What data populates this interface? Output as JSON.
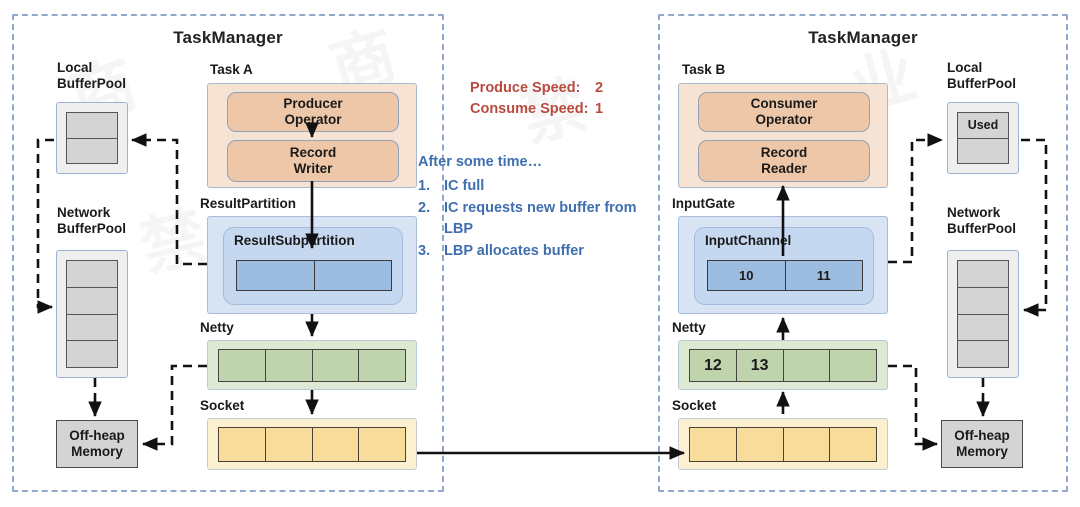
{
  "left_taskmanager": {
    "title": "TaskManager",
    "local_buffer_pool": {
      "label_line1": "Local",
      "label_line2": "BufferPool",
      "cells": [
        "",
        ""
      ]
    },
    "network_buffer_pool": {
      "label_line1": "Network",
      "label_line2": "BufferPool",
      "cells": [
        "",
        "",
        "",
        ""
      ]
    },
    "off_heap_memory": {
      "line1": "Off-heap",
      "line2": "Memory"
    },
    "task": {
      "label": "Task A",
      "operator": {
        "line1": "Producer",
        "line2": "Operator"
      },
      "record": {
        "line1": "Record",
        "line2": "Writer"
      }
    },
    "result_partition": {
      "label": "ResultPartition",
      "subpartition_label": "ResultSubpartition",
      "cells": [
        "",
        ""
      ]
    },
    "netty": {
      "label": "Netty",
      "cells": [
        "",
        "",
        "",
        ""
      ]
    },
    "socket": {
      "label": "Socket",
      "cells": [
        "",
        "",
        "",
        ""
      ]
    }
  },
  "right_taskmanager": {
    "title": "TaskManager",
    "local_buffer_pool": {
      "label_line1": "Local",
      "label_line2": "BufferPool",
      "cells": [
        "Used",
        ""
      ]
    },
    "network_buffer_pool": {
      "label_line1": "Network",
      "label_line2": "BufferPool",
      "cells": [
        "",
        "",
        "",
        ""
      ]
    },
    "off_heap_memory": {
      "line1": "Off-heap",
      "line2": "Memory"
    },
    "task": {
      "label": "Task B",
      "operator": {
        "line1": "Consumer",
        "line2": "Operator"
      },
      "record": {
        "line1": "Record",
        "line2": "Reader"
      }
    },
    "input_gate": {
      "label": "InputGate",
      "channel_label": "InputChannel",
      "cells": [
        "10",
        "11"
      ]
    },
    "netty": {
      "label": "Netty",
      "cells": [
        "12",
        "13",
        "",
        ""
      ]
    },
    "socket": {
      "label": "Socket",
      "cells": [
        "",
        "",
        "",
        ""
      ]
    }
  },
  "annotations": {
    "produce_speed_label": "Produce Speed:",
    "produce_speed_value": "2",
    "consume_speed_label": "Consume Speed:",
    "consume_speed_value": "1",
    "steps_heading": "After some time…",
    "steps": [
      {
        "num": "1.",
        "text": "IC full"
      },
      {
        "num": "2.",
        "text": "IC requests new buffer from LBP"
      },
      {
        "num": "3.",
        "text": "LBP allocates buffer"
      }
    ]
  },
  "watermarks": [
    "商",
    "禁",
    "业",
    "图"
  ],
  "colors": {
    "panel_border": "#8FA8CC",
    "task_outer": "#F7E3D4",
    "task_inner": "#EDC7A8",
    "gate_outer": "#D8E3F3",
    "gate_inner": "#C5D8EF",
    "buffer_cell_blue": "#9CBCE0",
    "netty_green": "#BFD3AC",
    "socket_yellow": "#F7DC9C",
    "pool_grey": "#D4D4D4",
    "speed_text": "#B84A3E",
    "steps_text": "#3F6FAF"
  }
}
